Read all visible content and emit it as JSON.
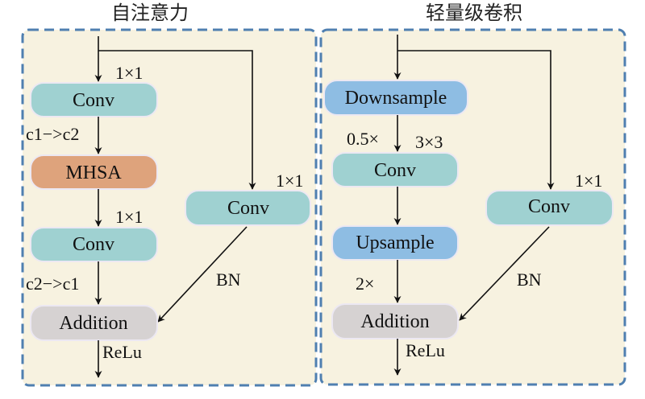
{
  "colors": {
    "panel_bg": "#f7f2e0",
    "panel_border": "#4f7fb0",
    "conv": "#9fd1d1",
    "mhsa": "#dea37c",
    "sample": "#8ebde3",
    "addition": "#d6d2d2"
  },
  "left": {
    "title": "自注意力",
    "conv1": {
      "label": "Conv",
      "kernel": "1×1"
    },
    "channel_in": "c1−>c2",
    "mhsa": {
      "label": "MHSA"
    },
    "conv2": {
      "label": "Conv",
      "kernel": "1×1"
    },
    "channel_out": "c2−>c1",
    "branch_conv": {
      "label": "Conv",
      "kernel": "1×1"
    },
    "bn": "BN",
    "addition": {
      "label": "Addition"
    },
    "activation": "ReLu"
  },
  "right": {
    "title": "轻量级卷积",
    "downsample": {
      "label": "Downsample"
    },
    "down_scale": "0.5×",
    "conv": {
      "label": "Conv",
      "kernel": "3×3"
    },
    "upsample": {
      "label": "Upsample"
    },
    "up_scale": "2×",
    "branch_conv": {
      "label": "Conv",
      "kernel": "1×1"
    },
    "bn": "BN",
    "addition": {
      "label": "Addition"
    },
    "activation": "ReLu"
  }
}
